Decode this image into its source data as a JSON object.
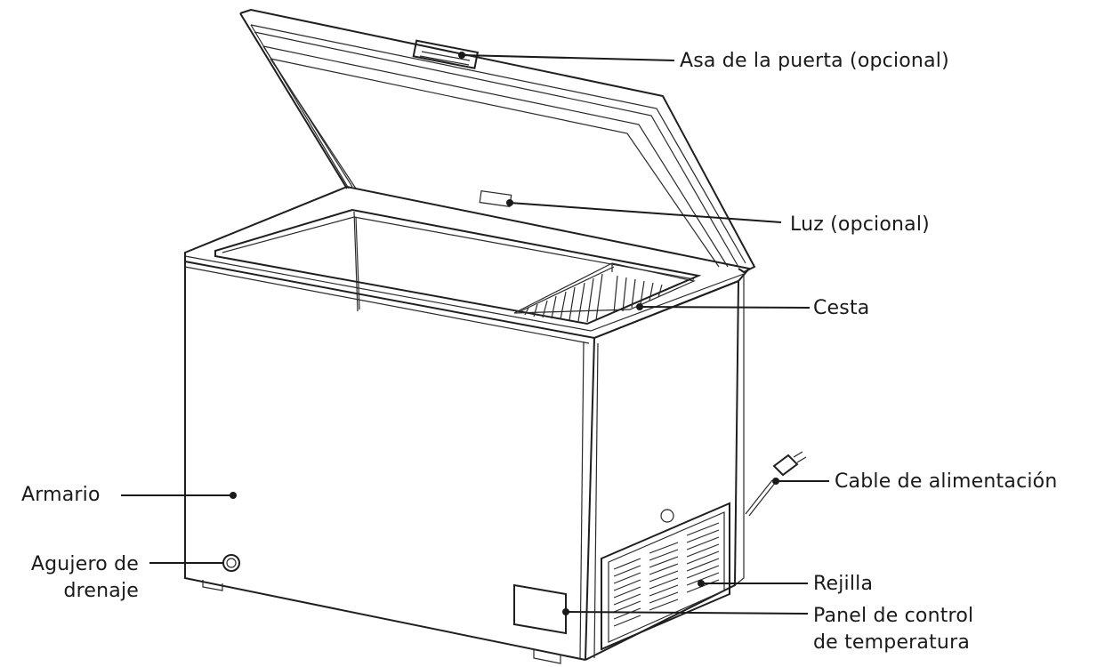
{
  "labels": {
    "door_handle": "Asa de la puerta (opcional)",
    "light": "Luz (opcional)",
    "basket": "Cesta",
    "power_cable": "Cable de alimentación",
    "cabinet": "Armario",
    "drain_hole_line1": "Agujero de",
    "drain_hole_line2": "drenaje",
    "grille": "Rejilla",
    "temp_panel_line1": "Panel de control",
    "temp_panel_line2": "de temperatura"
  },
  "colors": {
    "line": "#1a1a1a",
    "background": "#ffffff"
  }
}
